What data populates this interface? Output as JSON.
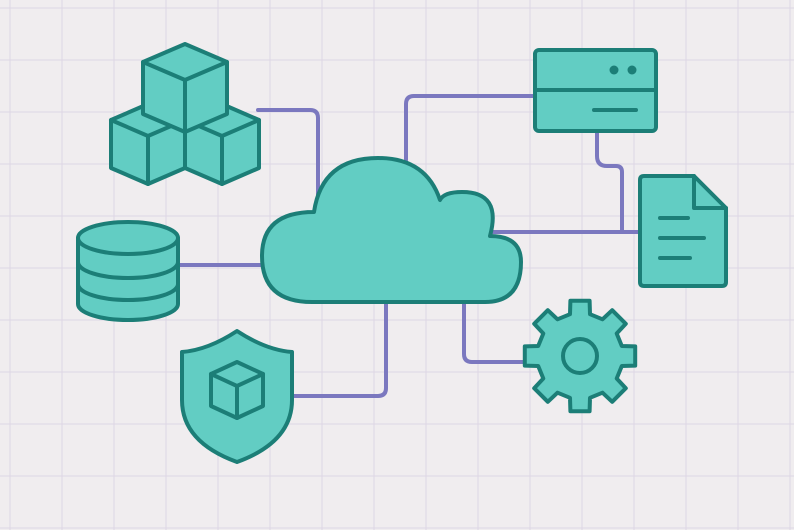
{
  "colors": {
    "background": "#F0EDEF",
    "grid": "#DDD7E4",
    "connector": "#7B78BF",
    "fill": "#62CDC3",
    "stroke": "#1C7E77"
  },
  "grid": {
    "shown": true
  },
  "nodes": [
    {
      "id": "cloud",
      "icon": "cloud-icon",
      "role": "hub"
    },
    {
      "id": "cubes",
      "icon": "stacked-cubes-icon"
    },
    {
      "id": "database",
      "icon": "database-icon"
    },
    {
      "id": "shield",
      "icon": "shield-icon"
    },
    {
      "id": "server",
      "icon": "server-icon"
    },
    {
      "id": "document",
      "icon": "document-icon"
    },
    {
      "id": "gear",
      "icon": "gear-icon"
    }
  ],
  "connections": [
    {
      "from": "cloud",
      "to": "cubes"
    },
    {
      "from": "cloud",
      "to": "database"
    },
    {
      "from": "cloud",
      "to": "shield"
    },
    {
      "from": "cloud",
      "to": "server"
    },
    {
      "from": "cloud",
      "to": "document"
    },
    {
      "from": "cloud",
      "to": "gear"
    },
    {
      "from": "server",
      "to": "document"
    }
  ]
}
